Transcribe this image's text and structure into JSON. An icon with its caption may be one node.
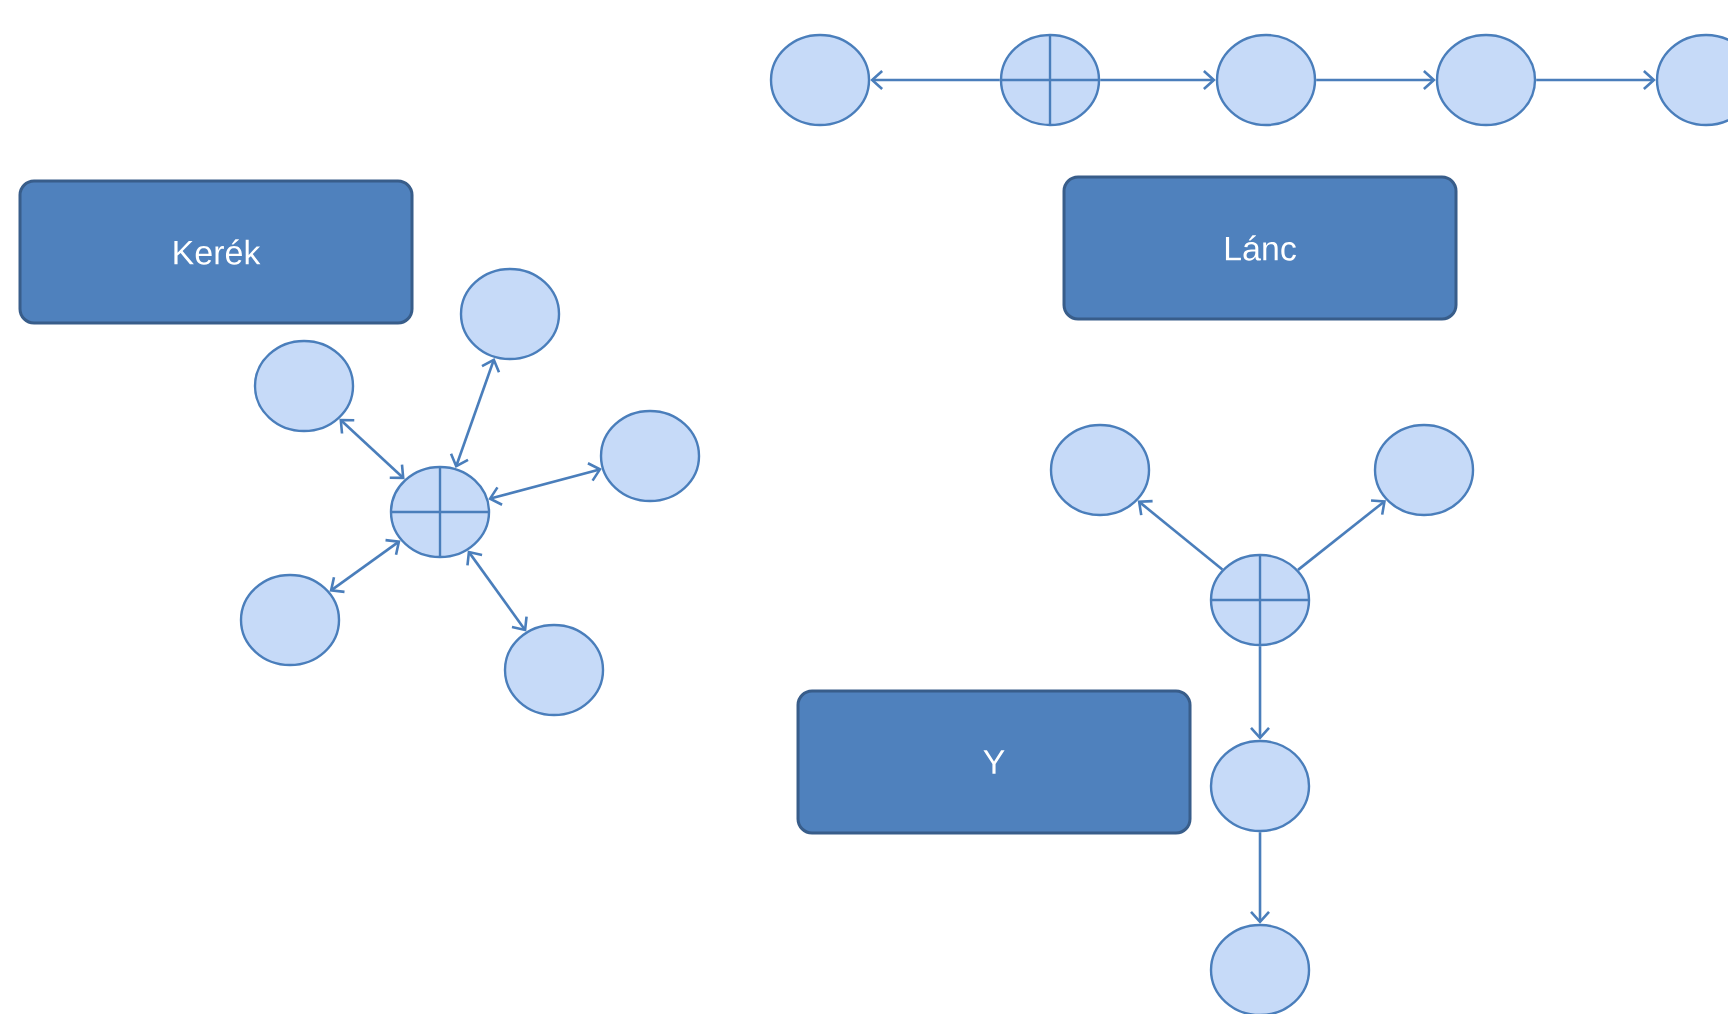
{
  "diagram": {
    "nodes": [
      {
        "text": [],
        "shape": "circle"
      },
      {
        "text": [],
        "shape": "cross"
      },
      {
        "text": [],
        "shape": "circle"
      },
      {
        "text": [],
        "shape": "circle"
      },
      {
        "text": [],
        "shape": "circle"
      },
      {
        "text": [
          "Kerék"
        ]
      },
      {
        "text": [
          "Lánc"
        ]
      },
      {
        "text": [],
        "shape": "circle"
      },
      {
        "text": [],
        "shape": "circle"
      },
      {
        "text": [],
        "shape": "circle"
      },
      {
        "text": [],
        "shape": "circle"
      },
      {
        "text": [],
        "shape": "circle"
      },
      {
        "text": [],
        "shape": "cross"
      },
      {
        "text": [],
        "shape": "cross"
      },
      {
        "text": [],
        "shape": "circle"
      },
      {
        "text": [],
        "shape": "circle"
      },
      {
        "text": [
          "Y"
        ]
      },
      {
        "text": [],
        "shape": "circle"
      },
      {
        "text": [],
        "shape": "circle"
      }
    ],
    "edges": [
      {
        "from": 1,
        "to": 0,
        "arrow": "to"
      },
      {
        "from": 1,
        "to": 2,
        "arrow": "to"
      },
      {
        "from": 2,
        "to": 3,
        "arrow": "to"
      },
      {
        "from": 3,
        "to": 4,
        "arrow": "to"
      },
      {
        "from": 12,
        "to": 7,
        "arrow": "both"
      },
      {
        "from": 12,
        "to": 8,
        "arrow": "both"
      },
      {
        "from": 12,
        "to": 11,
        "arrow": "both"
      },
      {
        "from": 12,
        "to": 14,
        "arrow": "both"
      },
      {
        "from": 12,
        "to": 15,
        "arrow": "both"
      },
      {
        "from": 13,
        "to": 9,
        "arrow": "to"
      },
      {
        "from": 13,
        "to": 10,
        "arrow": "to"
      },
      {
        "from": 13,
        "to": 17,
        "arrow": "to"
      },
      {
        "from": 17,
        "to": 18,
        "arrow": "to"
      }
    ]
  }
}
